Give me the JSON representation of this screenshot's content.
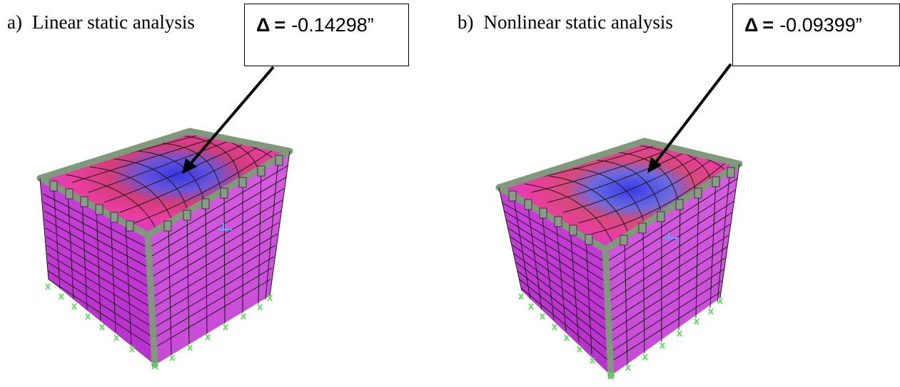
{
  "panels": [
    {
      "tag": "a)",
      "label": "Linear static analysis",
      "delta_symbol": "Δ",
      "equals": "=",
      "delta_value": "-0.14298”"
    },
    {
      "tag": "b)",
      "label": "Nonlinear static analysis",
      "delta_symbol": "Δ",
      "equals": "=",
      "delta_value": "-0.09399”"
    }
  ],
  "colors": {
    "wall": "#c93cd8",
    "wall_dark": "#a61fbf",
    "beam": "#7f9a7a",
    "support": "#66dd66",
    "deflection_max": "#4444ee",
    "deflection_mid": "#ee4477",
    "mesh": "#1a1a1a"
  }
}
